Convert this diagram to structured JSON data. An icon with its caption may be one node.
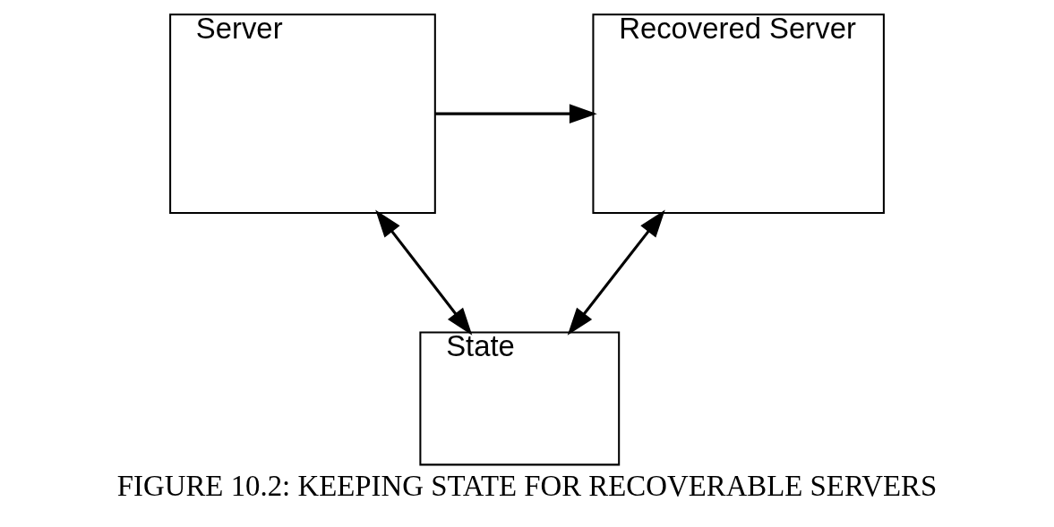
{
  "diagram": {
    "caption": "FIGURE 10.2: KEEPING STATE FOR RECOVERABLE SERVERS",
    "nodes": [
      {
        "text": [
          "Recovered Server"
        ]
      },
      {
        "text": [
          "Server"
        ]
      },
      {
        "text": [
          "State"
        ]
      }
    ],
    "edges": [
      {
        "from": 1,
        "to": 0,
        "arrow": "to"
      },
      {
        "from": 0,
        "to": 2,
        "arrow": "both"
      },
      {
        "from": 1,
        "to": 2,
        "arrow": "both"
      }
    ]
  }
}
